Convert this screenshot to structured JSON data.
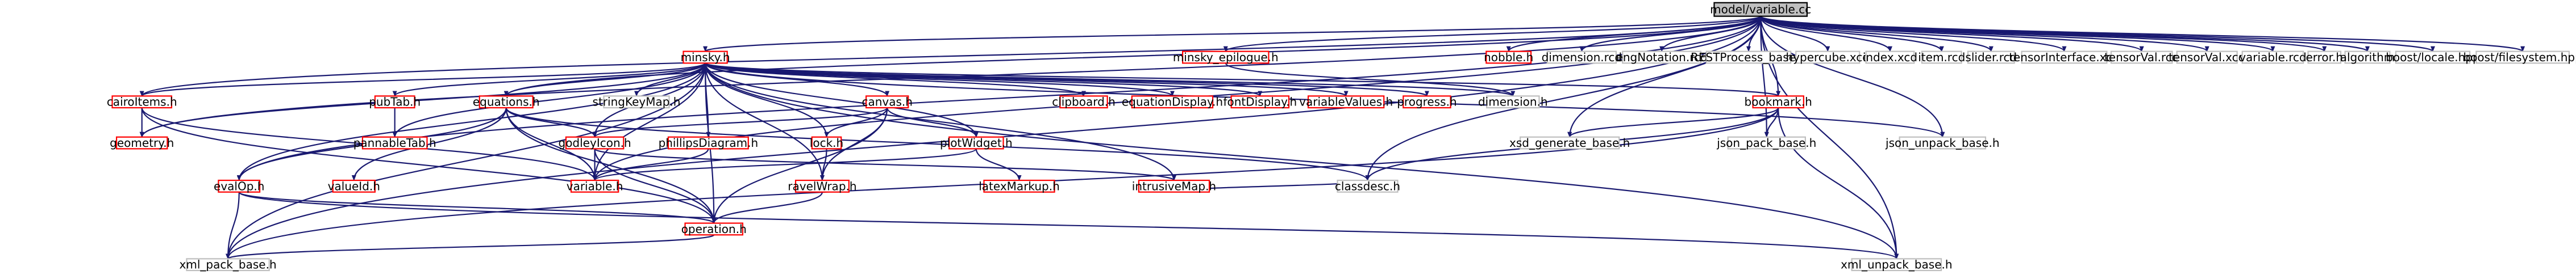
{
  "diagram": {
    "type": "include-dependency-graph",
    "colors": {
      "edge": "#191970",
      "root_fill": "#bfbfbf",
      "root_border": "#000000",
      "node_fill": "#ffffff",
      "linked_border": "#ff0000",
      "plain_border": "#bfbfbf",
      "text": "#000000"
    },
    "nodes": [
      {
        "id": "root",
        "label": "model/variable.cc",
        "style": "root"
      },
      {
        "id": "minsky",
        "label": "minsky.h",
        "style": "linked"
      },
      {
        "id": "minsky_epilogue",
        "label": "minsky_epilogue.h",
        "style": "linked"
      },
      {
        "id": "nobble",
        "label": "nobble.h",
        "style": "linked"
      },
      {
        "id": "dimension_rcd",
        "label": "dimension.rcd",
        "style": "plain"
      },
      {
        "id": "engNotation_rcd",
        "label": "engNotation.rcd",
        "style": "plain"
      },
      {
        "id": "RESTProcess_base",
        "label": "RESTProcess_base.h",
        "style": "plain"
      },
      {
        "id": "hypercube_xcd",
        "label": "hypercube.xcd",
        "style": "plain"
      },
      {
        "id": "index_xcd",
        "label": "index.xcd",
        "style": "plain"
      },
      {
        "id": "item_rcd",
        "label": "item.rcd",
        "style": "plain"
      },
      {
        "id": "slider_rcd",
        "label": "slider.rcd",
        "style": "plain"
      },
      {
        "id": "tensorInterface_xcd",
        "label": "tensorInterface.xcd",
        "style": "plain"
      },
      {
        "id": "tensorVal_rcd",
        "label": "tensorVal.rcd",
        "style": "plain"
      },
      {
        "id": "tensorVal_xcd",
        "label": "tensorVal.xcd",
        "style": "plain"
      },
      {
        "id": "variable_rcd",
        "label": "variable.rcd",
        "style": "plain"
      },
      {
        "id": "error",
        "label": "error.h",
        "style": "plain"
      },
      {
        "id": "algorithm",
        "label": "algorithm",
        "style": "plain"
      },
      {
        "id": "boost_locale",
        "label": "boost/locale.hpp",
        "style": "plain"
      },
      {
        "id": "boost_filesystem",
        "label": "boost/filesystem.hpp",
        "style": "plain"
      },
      {
        "id": "cairoItems",
        "label": "cairoItems.h",
        "style": "linked"
      },
      {
        "id": "pubTab",
        "label": "pubTab.h",
        "style": "linked"
      },
      {
        "id": "equations",
        "label": "equations.h",
        "style": "linked"
      },
      {
        "id": "stringKeyMap",
        "label": "stringKeyMap.h",
        "style": "plain"
      },
      {
        "id": "canvas",
        "label": "canvas.h",
        "style": "linked"
      },
      {
        "id": "clipboard",
        "label": "clipboard.h",
        "style": "linked"
      },
      {
        "id": "equationDisplay",
        "label": "equationDisplay.h",
        "style": "linked"
      },
      {
        "id": "fontDisplay",
        "label": "fontDisplay.h",
        "style": "linked"
      },
      {
        "id": "variableValues",
        "label": "variableValues.h",
        "style": "linked"
      },
      {
        "id": "progress",
        "label": "progress.h",
        "style": "linked"
      },
      {
        "id": "dimension",
        "label": "dimension.h",
        "style": "plain"
      },
      {
        "id": "bookmark",
        "label": "bookmark.h",
        "style": "linked"
      },
      {
        "id": "geometry",
        "label": "geometry.h",
        "style": "linked"
      },
      {
        "id": "pannableTab",
        "label": "pannableTab.h",
        "style": "linked"
      },
      {
        "id": "godleyIcon",
        "label": "godleyIcon.h",
        "style": "linked"
      },
      {
        "id": "phillipsDiagram",
        "label": "phillipsDiagram.h",
        "style": "linked"
      },
      {
        "id": "lock",
        "label": "lock.h",
        "style": "linked"
      },
      {
        "id": "plotWidget",
        "label": "plotWidget.h",
        "style": "linked"
      },
      {
        "id": "xsd_generate_base",
        "label": "xsd_generate_base.h",
        "style": "plain"
      },
      {
        "id": "json_pack_base",
        "label": "json_pack_base.h",
        "style": "plain"
      },
      {
        "id": "json_unpack_base",
        "label": "json_unpack_base.h",
        "style": "plain"
      },
      {
        "id": "evalOp",
        "label": "evalOp.h",
        "style": "linked"
      },
      {
        "id": "valueId",
        "label": "valueId.h",
        "style": "linked"
      },
      {
        "id": "variable_h",
        "label": "variable.h",
        "style": "linked"
      },
      {
        "id": "ravelWrap",
        "label": "ravelWrap.h",
        "style": "linked"
      },
      {
        "id": "latexMarkup",
        "label": "latexMarkup.h",
        "style": "linked"
      },
      {
        "id": "intrusiveMap",
        "label": "intrusiveMap.h",
        "style": "linked"
      },
      {
        "id": "classdesc",
        "label": "classdesc.h",
        "style": "plain"
      },
      {
        "id": "operation",
        "label": "operation.h",
        "style": "linked"
      },
      {
        "id": "xml_pack_base",
        "label": "xml_pack_base.h",
        "style": "plain"
      },
      {
        "id": "xml_unpack_base",
        "label": "xml_unpack_base.h",
        "style": "plain"
      }
    ],
    "edges": [
      [
        "root",
        "minsky"
      ],
      [
        "root",
        "minsky_epilogue"
      ],
      [
        "root",
        "nobble"
      ],
      [
        "root",
        "dimension_rcd"
      ],
      [
        "root",
        "engNotation_rcd"
      ],
      [
        "root",
        "RESTProcess_base"
      ],
      [
        "root",
        "hypercube_xcd"
      ],
      [
        "root",
        "index_xcd"
      ],
      [
        "root",
        "item_rcd"
      ],
      [
        "root",
        "slider_rcd"
      ],
      [
        "root",
        "tensorInterface_xcd"
      ],
      [
        "root",
        "tensorVal_rcd"
      ],
      [
        "root",
        "tensorVal_xcd"
      ],
      [
        "root",
        "variable_rcd"
      ],
      [
        "root",
        "error"
      ],
      [
        "root",
        "algorithm"
      ],
      [
        "root",
        "boost_locale"
      ],
      [
        "root",
        "boost_filesystem"
      ],
      [
        "root",
        "cairoItems"
      ],
      [
        "root",
        "geometry"
      ],
      [
        "root",
        "equations"
      ],
      [
        "root",
        "xml_pack_base"
      ],
      [
        "root",
        "xml_unpack_base"
      ],
      [
        "root",
        "evalOp"
      ],
      [
        "root",
        "variable_h"
      ],
      [
        "root",
        "bookmark"
      ],
      [
        "root",
        "json_pack_base"
      ],
      [
        "root",
        "json_unpack_base"
      ],
      [
        "root",
        "xsd_generate_base"
      ],
      [
        "root",
        "classdesc"
      ],
      [
        "minsky",
        "cairoItems"
      ],
      [
        "minsky",
        "pubTab"
      ],
      [
        "minsky",
        "equations"
      ],
      [
        "minsky",
        "stringKeyMap"
      ],
      [
        "minsky",
        "canvas"
      ],
      [
        "minsky",
        "clipboard"
      ],
      [
        "minsky",
        "equationDisplay"
      ],
      [
        "minsky",
        "fontDisplay"
      ],
      [
        "minsky",
        "variableValues"
      ],
      [
        "minsky",
        "progress"
      ],
      [
        "minsky",
        "dimension"
      ],
      [
        "minsky",
        "bookmark"
      ],
      [
        "minsky",
        "geometry"
      ],
      [
        "minsky",
        "pannableTab"
      ],
      [
        "minsky",
        "godleyIcon"
      ],
      [
        "minsky",
        "phillipsDiagram"
      ],
      [
        "minsky",
        "lock"
      ],
      [
        "minsky",
        "plotWidget"
      ],
      [
        "minsky",
        "intrusiveMap"
      ],
      [
        "minsky",
        "ravelWrap"
      ],
      [
        "minsky",
        "evalOp"
      ],
      [
        "minsky",
        "operation"
      ],
      [
        "minsky",
        "xml_pack_base"
      ],
      [
        "minsky",
        "xml_unpack_base"
      ],
      [
        "minsky",
        "json_unpack_base"
      ],
      [
        "minsky",
        "variable_h"
      ],
      [
        "minsky_epilogue",
        "dimension"
      ],
      [
        "cairoItems",
        "geometry"
      ],
      [
        "cairoItems",
        "variable_h"
      ],
      [
        "cairoItems",
        "operation"
      ],
      [
        "pubTab",
        "pannableTab"
      ],
      [
        "equations",
        "godleyIcon"
      ],
      [
        "equations",
        "valueId"
      ],
      [
        "equations",
        "variable_h"
      ],
      [
        "equations",
        "operation"
      ],
      [
        "equations",
        "evalOp"
      ],
      [
        "equations",
        "classdesc"
      ],
      [
        "canvas",
        "godleyIcon"
      ],
      [
        "canvas",
        "lock"
      ],
      [
        "canvas",
        "plotWidget"
      ],
      [
        "canvas",
        "ravelWrap"
      ],
      [
        "canvas",
        "operation"
      ],
      [
        "bookmark",
        "xsd_generate_base"
      ],
      [
        "bookmark",
        "json_pack_base"
      ],
      [
        "bookmark",
        "classdesc"
      ],
      [
        "bookmark",
        "xml_pack_base"
      ],
      [
        "bookmark",
        "xml_unpack_base"
      ],
      [
        "godleyIcon",
        "variable_h"
      ],
      [
        "godleyIcon",
        "intrusiveMap"
      ],
      [
        "godleyIcon",
        "operation"
      ],
      [
        "phillipsDiagram",
        "variable_h"
      ],
      [
        "lock",
        "ravelWrap"
      ],
      [
        "plotWidget",
        "latexMarkup"
      ],
      [
        "plotWidget",
        "variable_h"
      ],
      [
        "ravelWrap",
        "operation"
      ],
      [
        "intrusiveMap",
        "classdesc"
      ],
      [
        "evalOp",
        "operation"
      ],
      [
        "evalOp",
        "xml_pack_base"
      ],
      [
        "evalOp",
        "xml_unpack_base"
      ],
      [
        "operation",
        "xml_pack_base"
      ]
    ]
  }
}
